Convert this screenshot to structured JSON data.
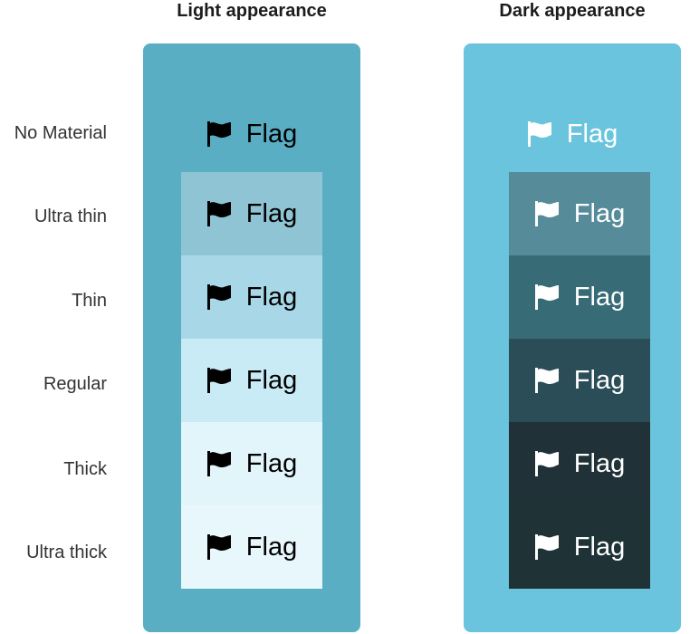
{
  "headings": {
    "light": "Light appearance",
    "dark": "Dark appearance"
  },
  "rows": [
    {
      "label": "No Material",
      "light_bg": "",
      "dark_bg": ""
    },
    {
      "label": "Ultra thin",
      "light_bg": "#8ec4d3",
      "dark_bg": "#568c99"
    },
    {
      "label": "Thin",
      "light_bg": "#a8d8e8",
      "dark_bg": "#376b76"
    },
    {
      "label": "Regular",
      "light_bg": "#c8ebf5",
      "dark_bg": "#2a4d57"
    },
    {
      "label": "Thick",
      "light_bg": "#e2f5fa",
      "dark_bg": "#203137"
    },
    {
      "label": "Ultra thick",
      "light_bg": "#e8f7fb",
      "dark_bg": "#1f3236"
    }
  ],
  "flag_text": "Flag",
  "icon": "flag-icon",
  "colors": {
    "light_panel": "#5aaec4",
    "dark_panel": "#6ac4de",
    "light_text": "#000000",
    "dark_text": "#ffffff"
  }
}
